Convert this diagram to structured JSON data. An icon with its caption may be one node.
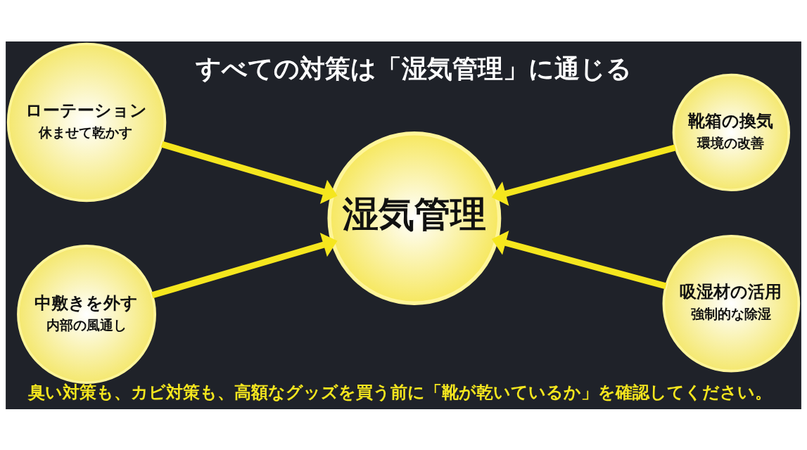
{
  "diagram": {
    "title": "すべての対策は「湿気管理」に通じる",
    "caption": "臭い対策も、カビ対策も、高額なグッズを買う前に「靴が乾いているか」を確認してください。",
    "nodes": [
      {
        "text": [
          "ローテーション",
          "休ませて乾かす"
        ]
      },
      {
        "text": [
          "靴箱の換気",
          "環境の改善"
        ]
      },
      {
        "text": [
          "湿気管理"
        ]
      },
      {
        "text": [
          "中敷きを外す",
          "内部の風通し"
        ]
      },
      {
        "text": [
          "吸湿材の活用",
          "強制的な除湿"
        ]
      }
    ],
    "edges": [
      {
        "from": 0,
        "to": 2,
        "arrow": "to"
      },
      {
        "from": 1,
        "to": 2,
        "arrow": "to"
      },
      {
        "from": 3,
        "to": 2,
        "arrow": "to"
      },
      {
        "from": 4,
        "to": 2,
        "arrow": "to"
      }
    ]
  }
}
